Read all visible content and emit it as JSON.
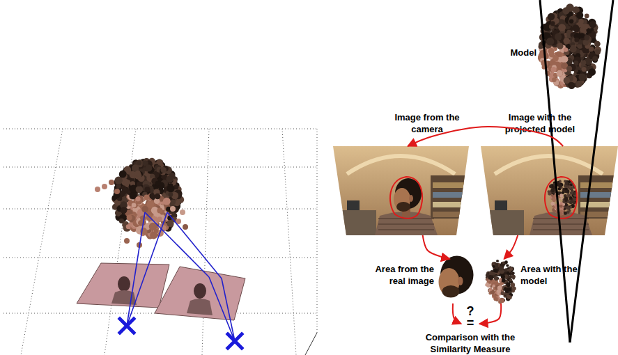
{
  "diagram": {
    "nodes": [
      {
        "text": [
          "Model"
        ]
      },
      {
        "text": [
          "Image from the camera"
        ]
      },
      {
        "text": [
          "Image with the projected model"
        ]
      },
      {
        "text": [
          "Area from the real image"
        ]
      },
      {
        "text": [
          "Area with the model"
        ]
      },
      {
        "text": [
          "?",
          "=",
          "Comparison with the Similarity Measure"
        ]
      }
    ],
    "edges": [
      {
        "from": 2,
        "to": 1,
        "arrow": "to"
      },
      {
        "from": 1,
        "to": 3,
        "arrow": "to"
      },
      {
        "from": 2,
        "to": 4,
        "arrow": "to"
      },
      {
        "from": 3,
        "to": 5,
        "arrow": "to"
      },
      {
        "from": 4,
        "to": 5,
        "arrow": "to"
      }
    ]
  }
}
